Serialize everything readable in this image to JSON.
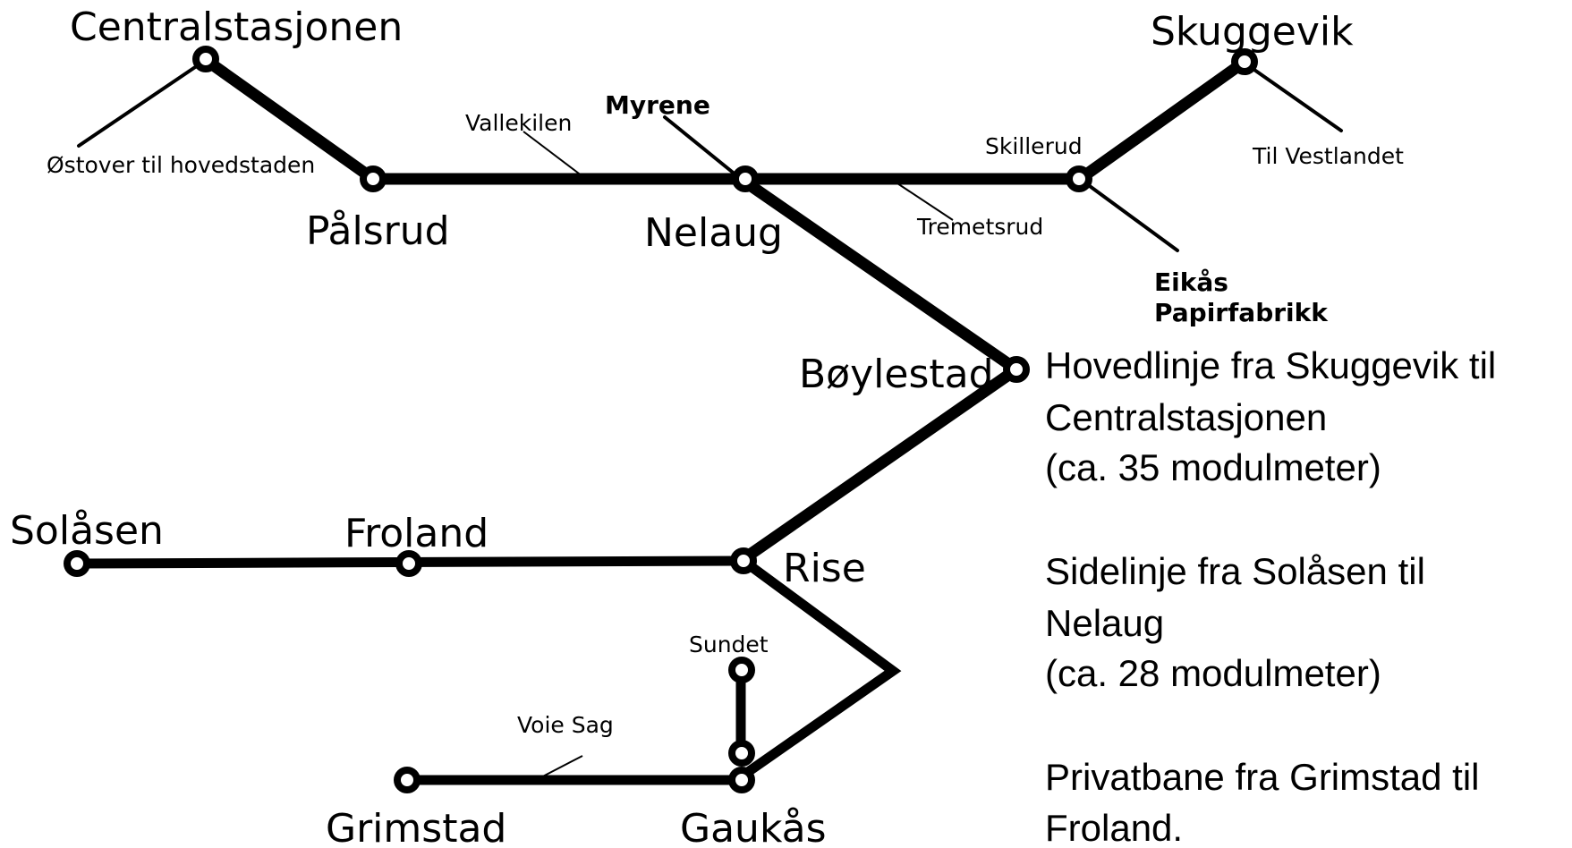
{
  "stations": {
    "centralstasjonen": "Centralstasjonen",
    "palsrud": "Pålsrud",
    "nelaug": "Nelaug",
    "skuggevik": "Skuggevik",
    "boylestad": "Bøylestad",
    "solasen": "Solåsen",
    "froland": "Froland",
    "rise": "Rise",
    "grimstad": "Grimstad",
    "gaukas": "Gaukås"
  },
  "minor_labels": {
    "ostover": "Østover til hovedstaden",
    "vallekilen": "Vallekilen",
    "myrene": "Myrene",
    "skillerud": "Skillerud",
    "tremetsrud": "Tremetsrud",
    "til_vestlandet": "Til Vestlandet",
    "eikas_line1": "Eikås",
    "eikas_line2": "Papirfabrikk",
    "sundet": "Sundet",
    "voie_sag": "Voie Sag"
  },
  "legend": {
    "main_line": [
      "Hovedlinje fra Skuggevik til",
      "Centralstasjonen",
      "(ca. 35 modulmeter)"
    ],
    "side_line": [
      "Sidelinje fra Solåsen til",
      "Nelaug",
      "(ca. 28 modulmeter)"
    ],
    "private_line": [
      "Privatbane fra Grimstad til",
      "Froland."
    ]
  }
}
